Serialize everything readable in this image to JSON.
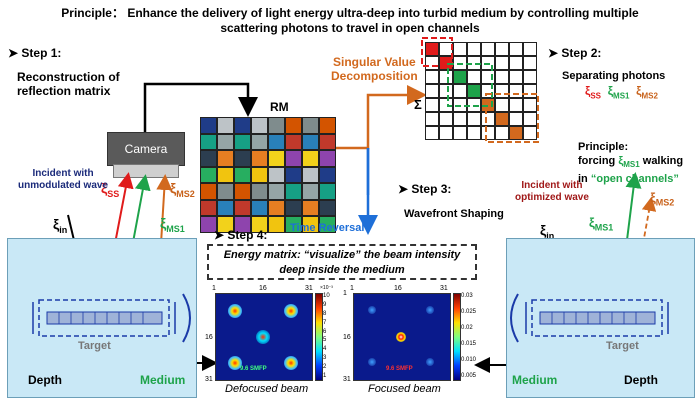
{
  "title": {
    "line1": "Principle： Enhance the delivery of light energy ultra-deep into turbid medium by controlling multiple",
    "line2": "scattering photons to travel in open channels"
  },
  "step1": {
    "label": "Step 1:",
    "desc_line1": "Reconstruction of",
    "desc_line2": "reflection matrix"
  },
  "step2": {
    "label": "Step 2:",
    "desc": "Separating photons"
  },
  "step3": {
    "label": "Step 3:",
    "desc": "Wavefront Shaping"
  },
  "step4": {
    "label": "Step 4:"
  },
  "camera": "Camera",
  "rm_label": "RM",
  "svd_line1": "Singular Value",
  "svd_line2": "Decomposition",
  "sigma": "Σ",
  "time_reversal": "Time Reversal",
  "xi": {
    "ss": "ξ",
    "ss_sub": "SS",
    "ms1": "ξ",
    "ms1_sub": "MS1",
    "ms2": "ξ",
    "ms2_sub": "MS2",
    "in": "ξ",
    "in_sub": "in"
  },
  "left_incident_line1": "Incident with",
  "left_incident_line2": "unmodulated wave",
  "right_incident_line1": "Incident with",
  "right_incident_line2": "optimized wave",
  "principle_line1": "Principle:",
  "principle_line2a": "forcing ",
  "principle_line2b": " walking",
  "principle_line3a": "in ",
  "principle_line3b": "“open channels”",
  "target": "Target",
  "depth": "Depth",
  "medium": "Medium",
  "energy_box_line1": "Energy matrix: “visualize” the beam intensity",
  "energy_box_line2": "deep inside the medium",
  "defocused": {
    "caption": "Defocused beam",
    "smfp": "9.6 SMFP",
    "ticks_top": [
      "1",
      "16",
      "31"
    ],
    "ticks_left": [
      "16",
      "31"
    ],
    "cbar_exp": "×10⁻³",
    "cbar_ticks": [
      "10",
      "9",
      "8",
      "7",
      "6",
      "5",
      "4",
      "3",
      "2",
      "1"
    ]
  },
  "focused": {
    "caption": "Focused beam",
    "smfp": "9.6 SMFP",
    "ticks_top": [
      "1",
      "16",
      "31"
    ],
    "ticks_left": [
      "1",
      "16",
      "31"
    ],
    "cbar_ticks": [
      "0.03",
      "0.025",
      "0.02",
      "0.015",
      "0.010",
      "0.005"
    ]
  },
  "colors": {
    "ss": "#e01b1b",
    "ms1": "#1ea34a",
    "ms2": "#c8621b",
    "navy": "#1a2a7a",
    "darkred": "#a01818",
    "blue": "#1e6fd8",
    "orange": "#d2691e"
  }
}
